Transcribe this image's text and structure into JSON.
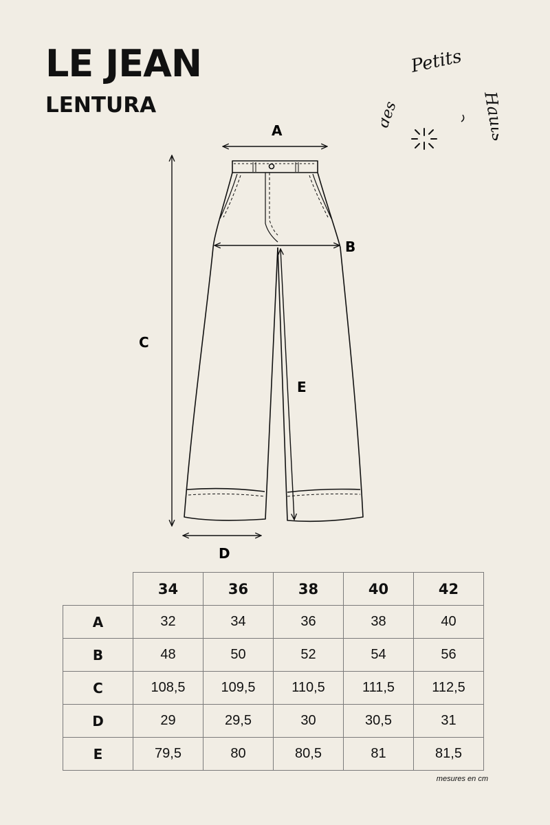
{
  "header": {
    "title": "LE JEAN",
    "subtitle": "LENTURA"
  },
  "logo": {
    "word_1": "des",
    "word_2": "Petits",
    "word_3": "Hauts"
  },
  "diagram": {
    "labels": {
      "a": "A",
      "b": "B",
      "c": "C",
      "d": "D",
      "e": "E"
    }
  },
  "table": {
    "columns": [
      "34",
      "36",
      "38",
      "40",
      "42"
    ],
    "rows": [
      {
        "label": "A",
        "values": [
          "32",
          "34",
          "36",
          "38",
          "40"
        ]
      },
      {
        "label": "B",
        "values": [
          "48",
          "50",
          "52",
          "54",
          "56"
        ]
      },
      {
        "label": "C",
        "values": [
          "108,5",
          "109,5",
          "110,5",
          "111,5",
          "112,5"
        ]
      },
      {
        "label": "D",
        "values": [
          "29",
          "29,5",
          "30",
          "30,5",
          "31"
        ]
      },
      {
        "label": "E",
        "values": [
          "79,5",
          "80",
          "80,5",
          "81",
          "81,5"
        ]
      }
    ],
    "note": "mesures en cm"
  }
}
